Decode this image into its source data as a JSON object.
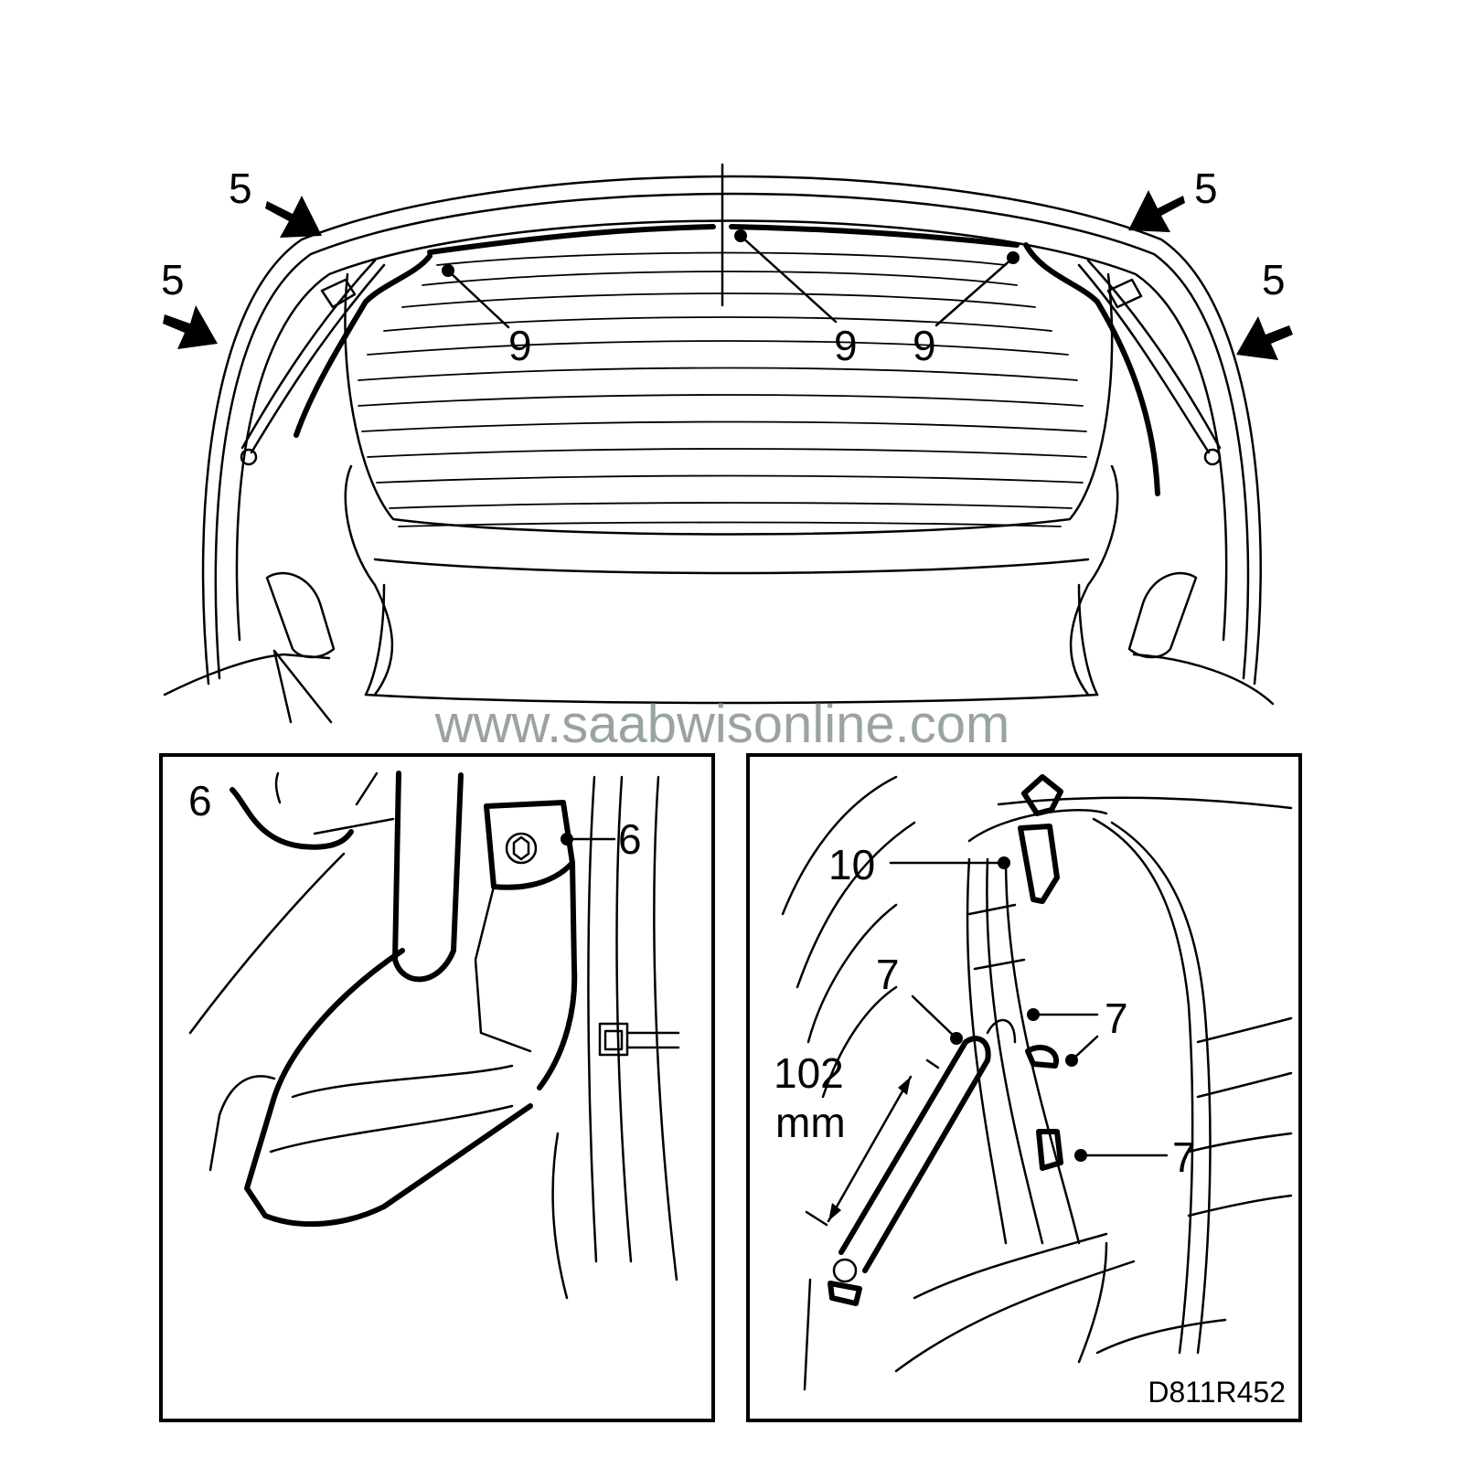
{
  "watermark": "www.saabwisonline.com",
  "drawing_code": "D811R452",
  "callouts": {
    "arrow_5_top_left": "5",
    "arrow_5_mid_left": "5",
    "arrow_5_top_right": "5",
    "arrow_5_mid_right": "5",
    "nine_left": "9",
    "nine_center": "9",
    "nine_right": "9",
    "six_left": "6",
    "six_right": "6",
    "ten": "10",
    "seven_upper_left": "7",
    "seven_upper_right": "7",
    "seven_lower": "7",
    "dimension_value": "102",
    "dimension_unit": "mm"
  }
}
